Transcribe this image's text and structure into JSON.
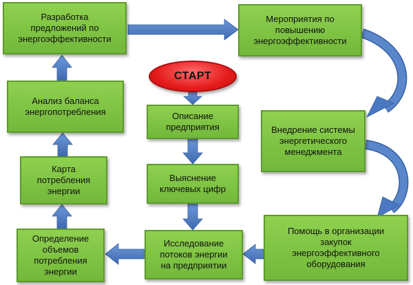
{
  "diagram": {
    "start": {
      "label": "СТАРТ"
    },
    "nodes": {
      "razrabotka": "Разработка\nпредложений по\nэнергоэффективности",
      "meropriyatiya": "Мероприятия по\nповышению\nэнергоэффективности",
      "vnedrenie": "Внедрение системы\nэнергетического\nменеджмента",
      "pomosch": "Помощь в организации\nзакупок\nэнергоэффективного\nоборудования",
      "analiz": "Анализ баланса\nэнергопотребления",
      "karta": "Карта\nпотребления\nэнергии",
      "opredelenie": "Определение\nобъемов\nпотребления\nэнергии",
      "opisanie": "Описание\nпредприятия",
      "vyyasnenie": "Выяснение\nключевых цифр",
      "issledovanie": "Исследование\nпотоков энергии\nна предприятии"
    },
    "colors": {
      "node_fill": "#7fc241",
      "node_border": "#5d9a2c",
      "arrow": "#4a78c2",
      "start_fill": "#e51b1b"
    }
  }
}
